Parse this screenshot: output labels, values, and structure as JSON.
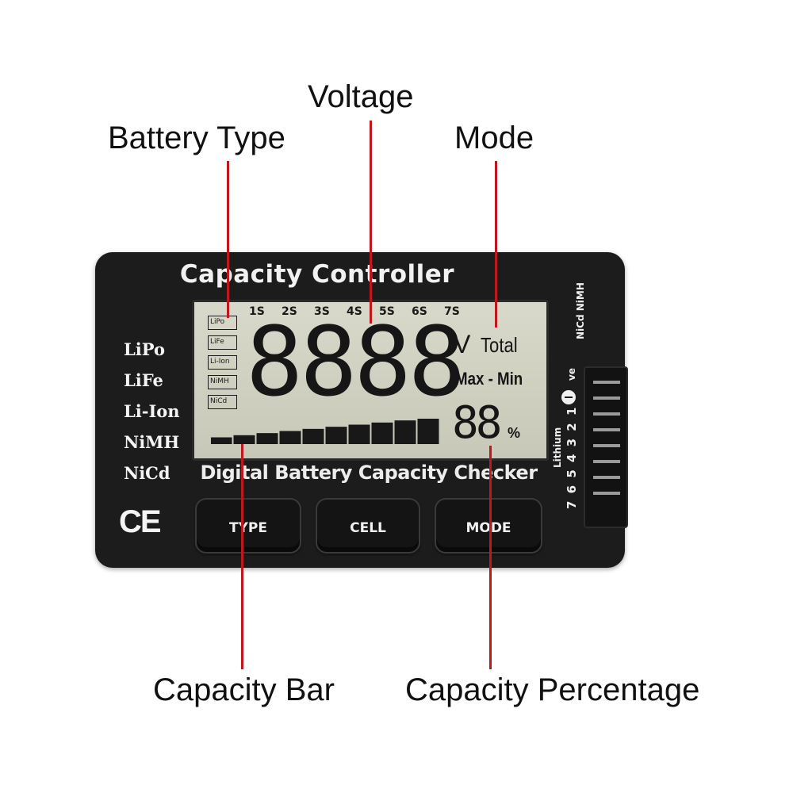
{
  "callouts": {
    "battery_type": "Battery Type",
    "voltage": "Voltage",
    "mode": "Mode",
    "capacity_bar": "Capacity Bar",
    "capacity_percentage": "Capacity Percentage"
  },
  "device": {
    "title": "Capacity Controller",
    "subtitle": "Digital Battery Capacity Checker",
    "battery_types": [
      "LiPo",
      "LiFe",
      "Li-Ion",
      "NiMH",
      "NiCd"
    ],
    "certification": "CE",
    "buttons": {
      "type": "TYPE",
      "cell": "CELL",
      "mode": "MODE"
    },
    "side_labels": {
      "nicd_nimh": "NiCd NiMH",
      "pins": "7 6 5 4 3 2 1",
      "lithium": "Lithium",
      "negative": "ve"
    }
  },
  "lcd": {
    "cell_counts": [
      "1S",
      "2S",
      "3S",
      "4S",
      "5S",
      "6S",
      "7S"
    ],
    "type_indicators": [
      "LiPo",
      "LiFe",
      "Li-Ion",
      "NiMH",
      "NiCd"
    ],
    "voltage_digits": "8888",
    "voltage_unit": "V",
    "total_label": "Total",
    "max_min_label": "Max - Min",
    "percentage_value": "88",
    "percent_sign": "%",
    "capacity_segments": 10,
    "capacity_filled_fraction": 1.0
  },
  "colors": {
    "leader_line": "#c0161c",
    "device_body": "#1c1c1c",
    "lcd_background": "#d0d0c0"
  }
}
